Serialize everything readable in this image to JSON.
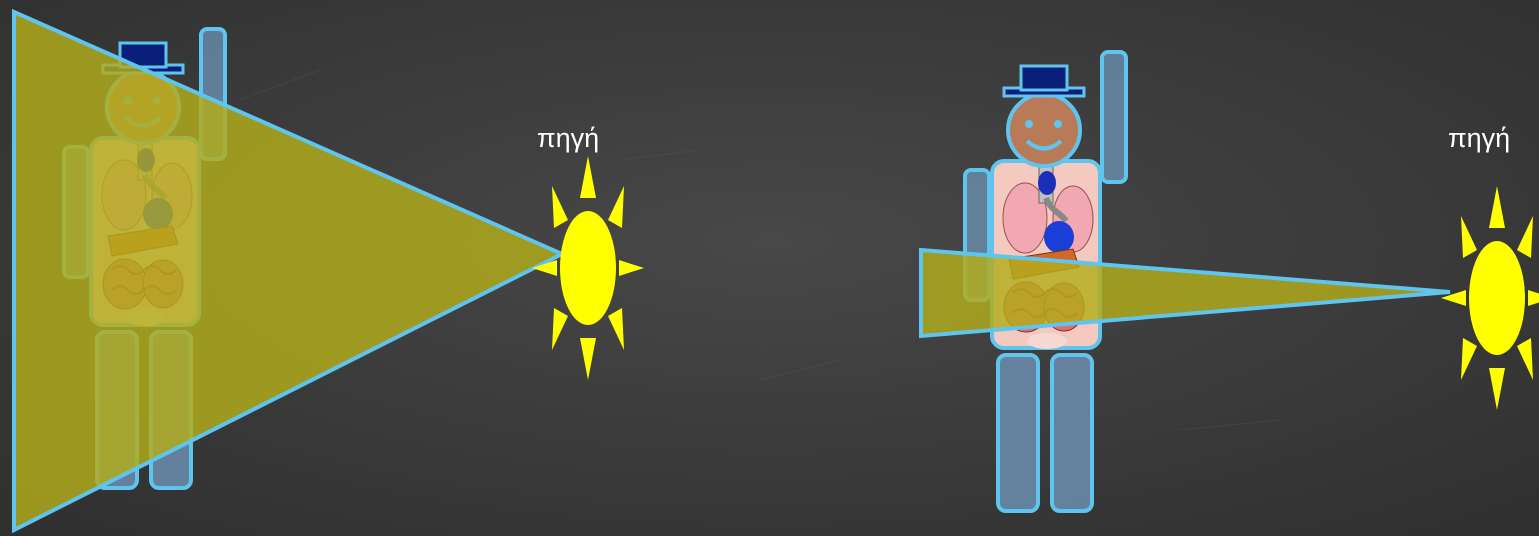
{
  "panels": [
    {
      "id": "wide-beam",
      "source_label": "πηγή",
      "beam": "wide"
    },
    {
      "id": "narrow-beam",
      "source_label": "πηγή",
      "beam": "narrow"
    }
  ],
  "colors": {
    "background": "#3a3a3a",
    "beam_fill": "#b3ad1b",
    "outline": "#5fc4ee",
    "body_fill": "#7fa7cc",
    "sun": "#ffff00",
    "hat": "#0a1f7a",
    "face": "#b97a57"
  },
  "icons": {
    "source": "sun-icon",
    "figure": "human-figure-icon",
    "organs": "internal-organs-icon"
  }
}
